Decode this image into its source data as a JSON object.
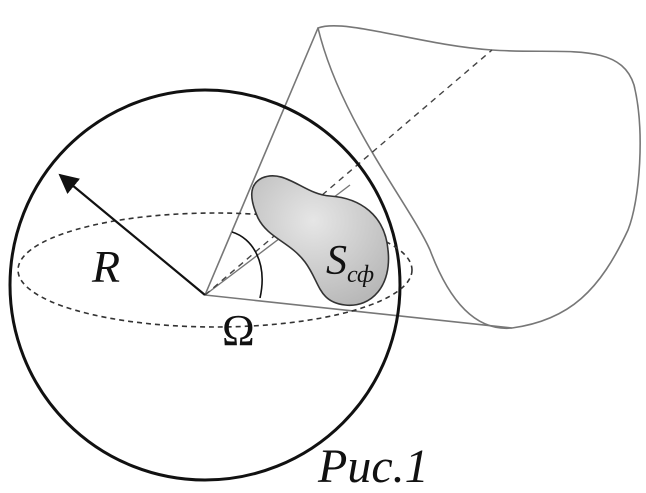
{
  "figure": {
    "caption": "Рис.1",
    "labels": {
      "radius": "R",
      "solid_angle": "Ω",
      "area_main": "S",
      "area_sub": "сф"
    },
    "colors": {
      "stroke": "#111111",
      "cone_stroke": "#777777",
      "patch_fill": "#c7c7c7",
      "patch_stroke": "#333333",
      "background": "#ffffff"
    }
  }
}
